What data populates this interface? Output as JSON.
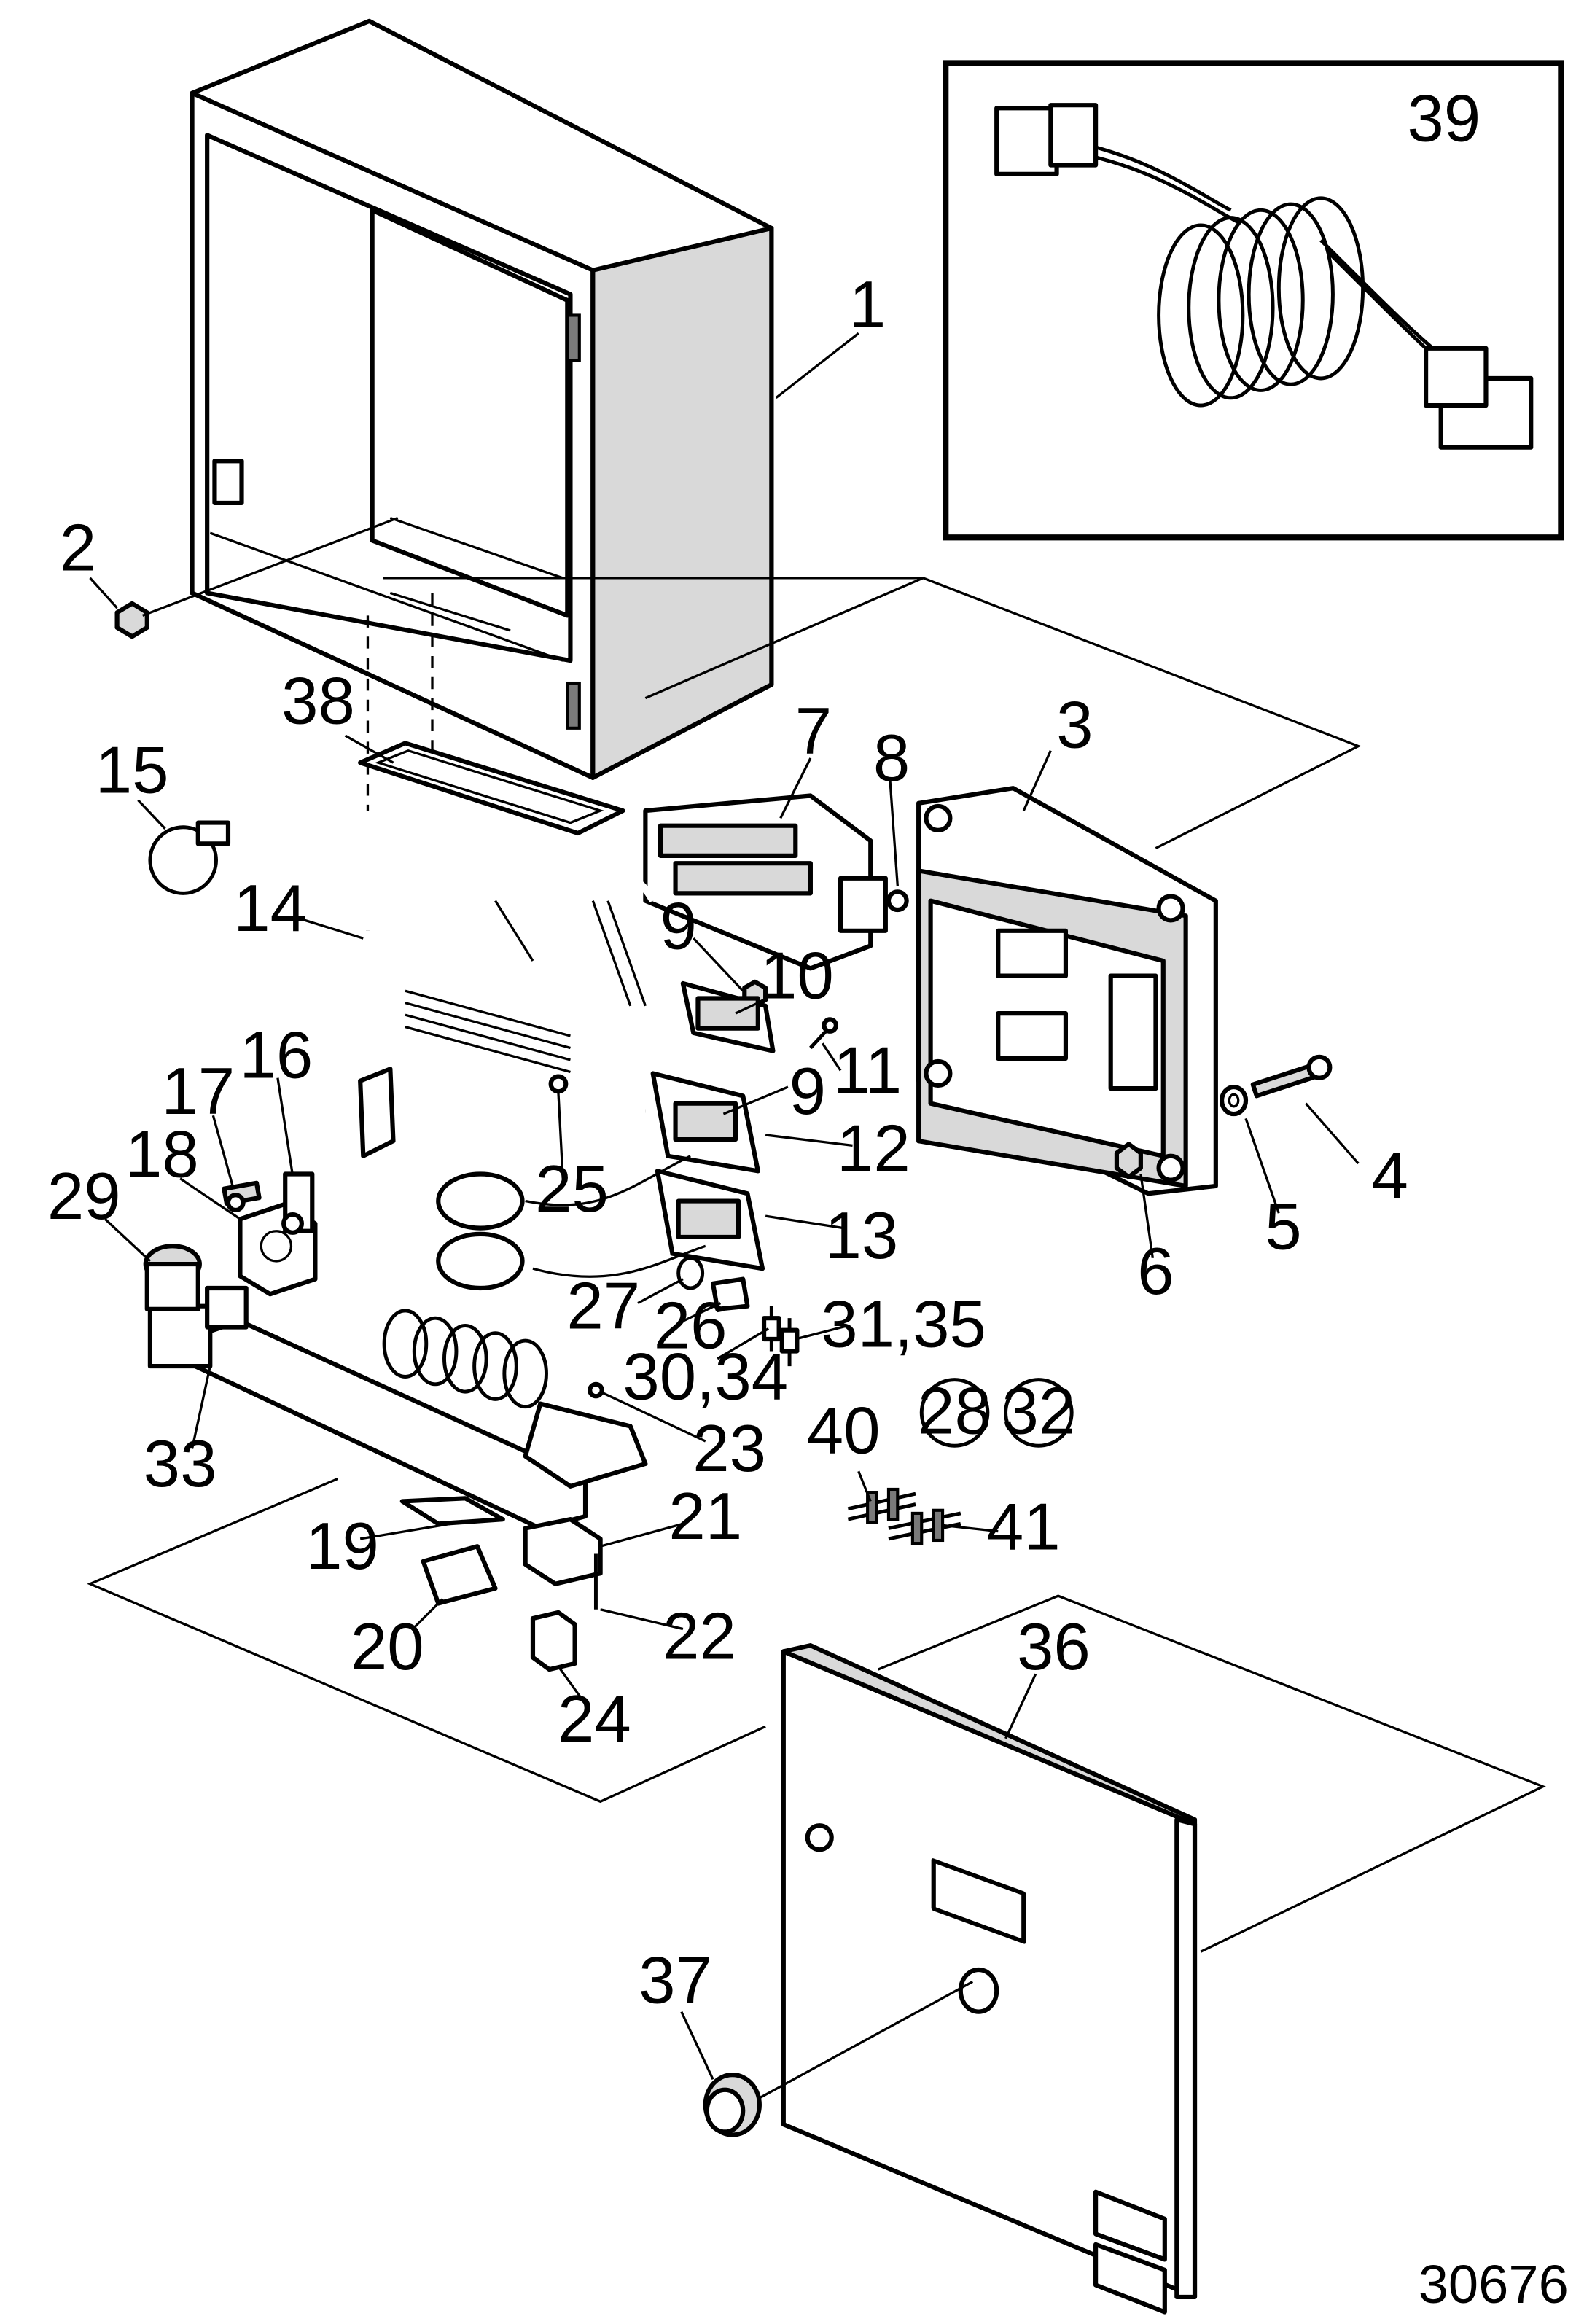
{
  "figure_id": "30676",
  "callouts": {
    "c1": "1",
    "c2": "2",
    "c3": "3",
    "c4": "4",
    "c5": "5",
    "c6": "6",
    "c7": "7",
    "c8": "8",
    "c9a": "9",
    "c9b": "9",
    "c10": "10",
    "c11": "11",
    "c12": "12",
    "c13": "13",
    "c14": "14",
    "c15": "15",
    "c16": "16",
    "c17": "17",
    "c18": "18",
    "c19": "19",
    "c20": "20",
    "c21": "21",
    "c22": "22",
    "c23": "23",
    "c24": "24",
    "c25": "25",
    "c26": "26",
    "c27": "27",
    "c28": "28",
    "c29": "29",
    "c30_34": "30,34",
    "c31_35": "31,35",
    "c32": "32",
    "c33": "33",
    "c36": "36",
    "c37": "37",
    "c38": "38",
    "c39": "39",
    "c40": "40",
    "c41": "41"
  }
}
